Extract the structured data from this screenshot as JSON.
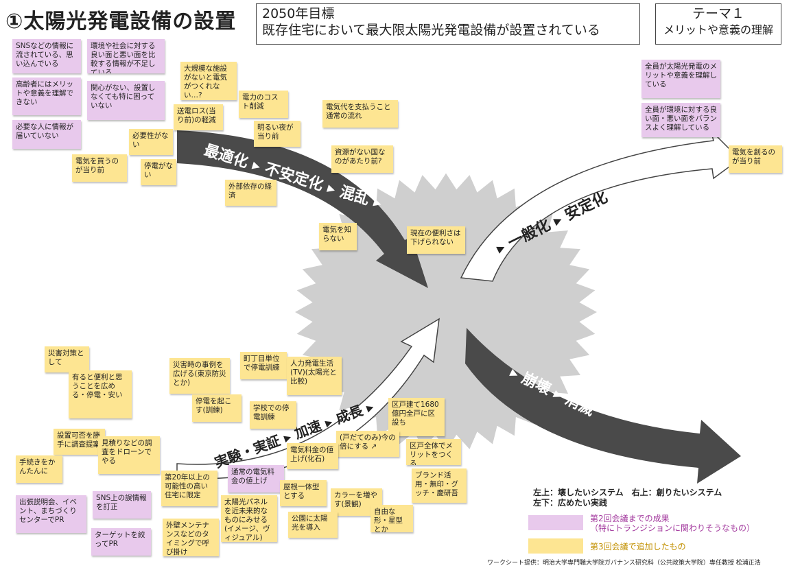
{
  "header": {
    "title": "①太陽光発電設備の設置",
    "goal_line1": "2050年目標",
    "goal_line2": "既存住宅において最大限太陽光発電設備が設置されている",
    "theme_line1": "テーマ１",
    "theme_line2": "メリットや意義の理解"
  },
  "arrows": {
    "top_left": "最適化 ▸ 不安定化 ▸ 混乱 ▸",
    "top_right": "▸ 一般化 ▸ 安定化",
    "bottom_left": "実験・実証 ▸ 加速 ▸ 成長 ▸",
    "bottom_right": "▸ 崩壊 ▸ 消滅"
  },
  "notes": {
    "n1": "SNSなどの情報に流されている、思い込んでいる",
    "n2": "環境や社会に対する良い面と悪い面を比較する情報が不足している",
    "n3": "高齢者にはメリットや意義を理解できない",
    "n4": "関心がない、設置しなくても特に困っていない",
    "n5": "必要な人に情報が届いていない",
    "n6": "大規模な施設がないと電気がつくれない…?",
    "n7": "電力のコスト削減",
    "n8": "送電ロス(当り前)の軽減",
    "n9": "明るい夜が当り前",
    "n10": "電気代を支払うこと通常の流れ",
    "n11": "必要性がない",
    "n12": "電気を買うのが当り前",
    "n13": "停電がない",
    "n14": "資源がない国なのがあたり前?",
    "n15": "外部依存の経済",
    "n16": "電気を知らない",
    "n17": "現在の便利さは下げられない",
    "n18": "全員が太陽光発電のメリットや意義を理解している",
    "n19": "全員が環境に対する良い面・悪い面をバランスよく理解している",
    "n20": "電気を創るのが当り前",
    "n21": "災害対策として",
    "n22": "有ると便利と思うことを広める・停電・安い",
    "n23": "災害時の事例を広げる(東京防災とか)",
    "n24": "町丁目単位で停電訓練",
    "n25": "人力発電生活(TV)(太陽光と比較)",
    "n26": "停電を起こす(訓練)",
    "n27": "学校での停電訓練",
    "n28": "区戸建て1680億円全戸に区設ち",
    "n29": "設置可否を勝手に調査提案",
    "n30": "見積りなどの調査をドローンでやる",
    "n31": "(戸だてのみ)今の倍にする ↗",
    "n32": "電気料金の値上げ(化石)",
    "n33": "区戸全体でメリットをつくる",
    "n34": "手続きをかんたんに",
    "n35": "第20年以上の可能性の高い住宅に限定",
    "n36": "通常の電気料金の値上げ",
    "n37": "ブランド活用・無印・グッチ・慶研吾",
    "n38": "屋根一体型とする",
    "n39": "カラーを増やす(景観)",
    "n40": "出張説明会、イベント、まちづくりセンターでPR",
    "n41": "SNS上の誤情報を訂正",
    "n42": "太陽光パネルを近未来的なものにみせる(イメージ、ヴィジュアル)",
    "n43": "自由な形・星型とか",
    "n44": "公園に太陽光を導入",
    "n45": "外壁メンテナンスなどのタイミングで呼び掛け",
    "n46": "ターゲットを絞ってPR"
  },
  "legend": {
    "caption1": "左上：壊したいシステム　右上：創りたいシステム",
    "caption2": "左下：広めたい実践",
    "pink_label_1": "第2回会議までの成果",
    "pink_label_2": "（特にトランジションに関わりそうなもの）",
    "yellow_label": "第3回会議で追加したもの"
  },
  "credit": "ワークシート提供：明治大学専門職大学院ガバナンス研究科（公共政策大学院）専任教授 松浦正浩",
  "colors": {
    "pink": "#e8c9ec",
    "yellow": "#fde592",
    "dark_arrow": "#4a4a4a",
    "gear": "#cfcfcf"
  }
}
